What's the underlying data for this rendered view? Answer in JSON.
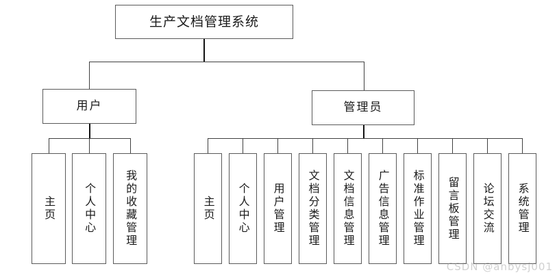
{
  "diagram": {
    "type": "tree-org-chart",
    "orientation": "top-down",
    "root": {
      "label": "生产文档管理系统"
    },
    "branches": [
      {
        "id": "user",
        "label": "用户",
        "children": [
          {
            "label": "主页"
          },
          {
            "label": "个人中心"
          },
          {
            "label": "我的收藏管理"
          }
        ]
      },
      {
        "id": "admin",
        "label": "管理员",
        "children": [
          {
            "label": "主页"
          },
          {
            "label": "个人中心"
          },
          {
            "label": "用户管理"
          },
          {
            "label": "文档分类管理"
          },
          {
            "label": "文档信息管理"
          },
          {
            "label": "广告信息管理"
          },
          {
            "label": "标准作业管理"
          },
          {
            "label": "留言板管理"
          },
          {
            "label": "论坛交流"
          },
          {
            "label": "系统管理"
          }
        ]
      }
    ],
    "colors": {
      "box_border": "#595959",
      "connector": "#3f3f3f",
      "text": "#1a1a1a",
      "background": "#ffffff"
    }
  },
  "watermark": {
    "text": "CSDN @anbysj001"
  }
}
